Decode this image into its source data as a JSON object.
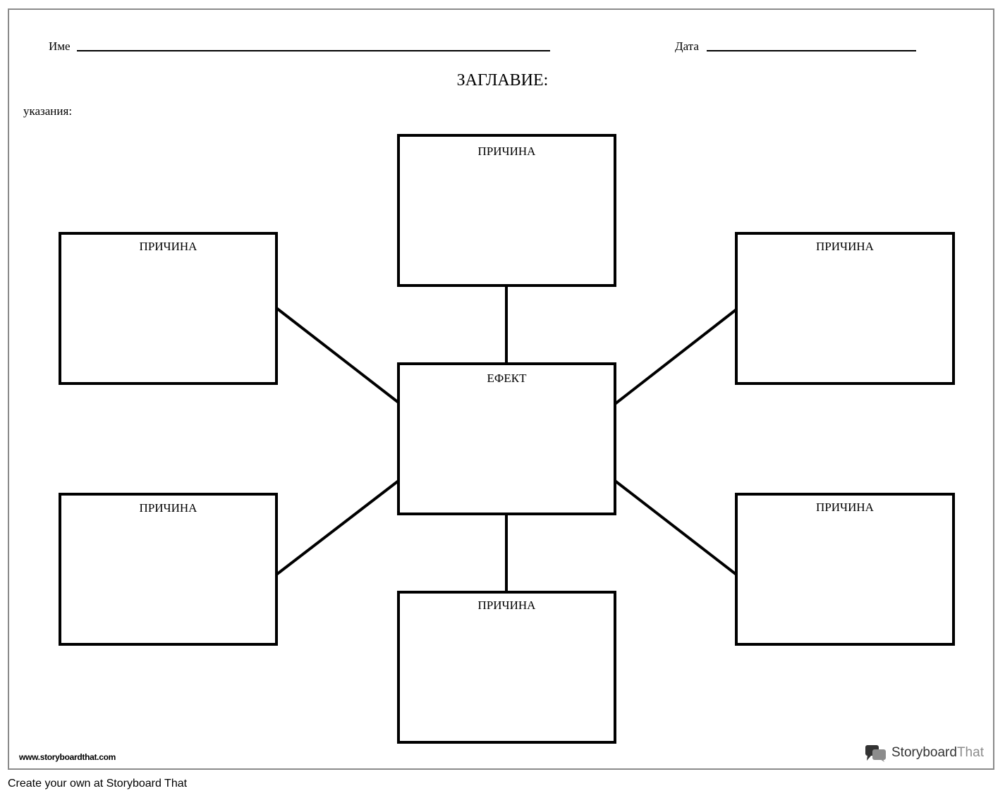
{
  "header": {
    "name_label": "Име",
    "date_label": "Дата",
    "title": "ЗАГЛАВИЕ:",
    "instructions_label": "указания:"
  },
  "diagram": {
    "effect_label": "ЕФЕКТ",
    "cause_top_label": "ПРИЧИНА",
    "cause_upper_left_label": "ПРИЧИНА",
    "cause_upper_right_label": "ПРИЧИНА",
    "cause_lower_left_label": "ПРИЧИНА",
    "cause_lower_right_label": "ПРИЧИНА",
    "cause_bottom_label": "ПРИЧИНА"
  },
  "footer": {
    "site_url": "www.storyboardthat.com",
    "brand_dark": "Storyboard",
    "brand_light": "That",
    "create_text": "Create your own at Storyboard That"
  }
}
